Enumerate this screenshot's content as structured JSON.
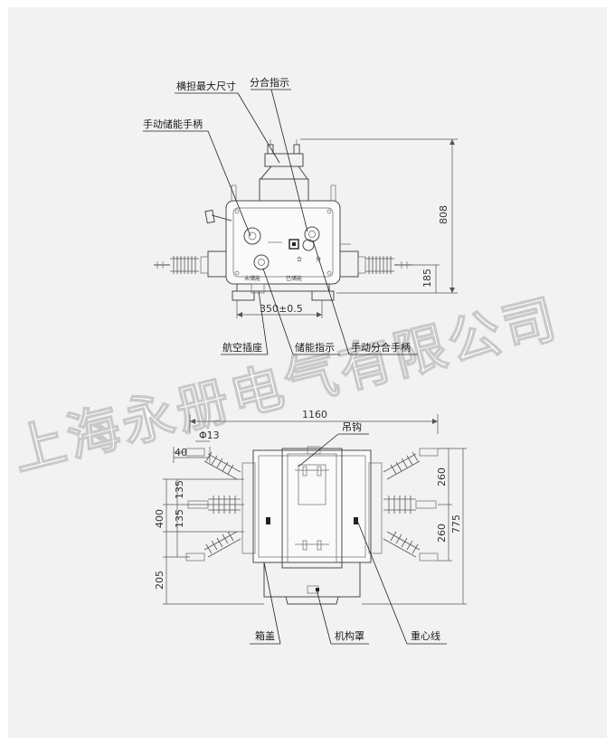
{
  "watermark": {
    "text": "上海永册电气有限公司"
  },
  "front_view": {
    "labels": {
      "crossarm_max_size": "横担最大尺寸",
      "open_close_indicator": "分合指示",
      "manual_charge_handle": "手动储能手柄",
      "aviation_socket": "航空插座",
      "charge_indicator": "储能指示",
      "manual_open_close_handle": "手动分合手柄"
    },
    "panel_text": {
      "close": "合",
      "open": "分",
      "not_charged": "未储能",
      "charged": "已储能"
    },
    "dimensions": {
      "height": "808",
      "base_height": "185",
      "mount_width": "350±0.5"
    }
  },
  "top_view": {
    "labels": {
      "lifting_hook": "吊钩",
      "cover": "箱盖",
      "mechanism_cover": "机构罩",
      "center_of_gravity_line": "重心线"
    },
    "dimensions": {
      "total_width": "1160",
      "terminal_hole": "Φ13",
      "terminal_length": "40",
      "spacing_a": "135",
      "spacing_b": "135",
      "spacing_total": "400",
      "offset": "205",
      "right_spacing_a": "260",
      "right_spacing_b": "260",
      "total_depth": "775"
    }
  }
}
